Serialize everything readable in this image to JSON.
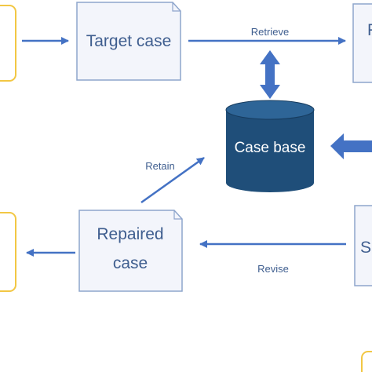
{
  "nodes": {
    "target_case": "Target case",
    "case_base": "Case base",
    "repaired_case_line1": "Repaired",
    "repaired_case_line2": "case",
    "right_top_partial": "R",
    "right_mid_partial": "S"
  },
  "edges": {
    "retrieve": "Retrieve",
    "retain": "Retain",
    "revise": "Revise"
  },
  "colors": {
    "box_fill": "#f3f5fb",
    "box_stroke": "#8ea5cc",
    "arrow": "#4472c4",
    "database": "#1f4e79",
    "yellow_box": "#f2c744"
  }
}
